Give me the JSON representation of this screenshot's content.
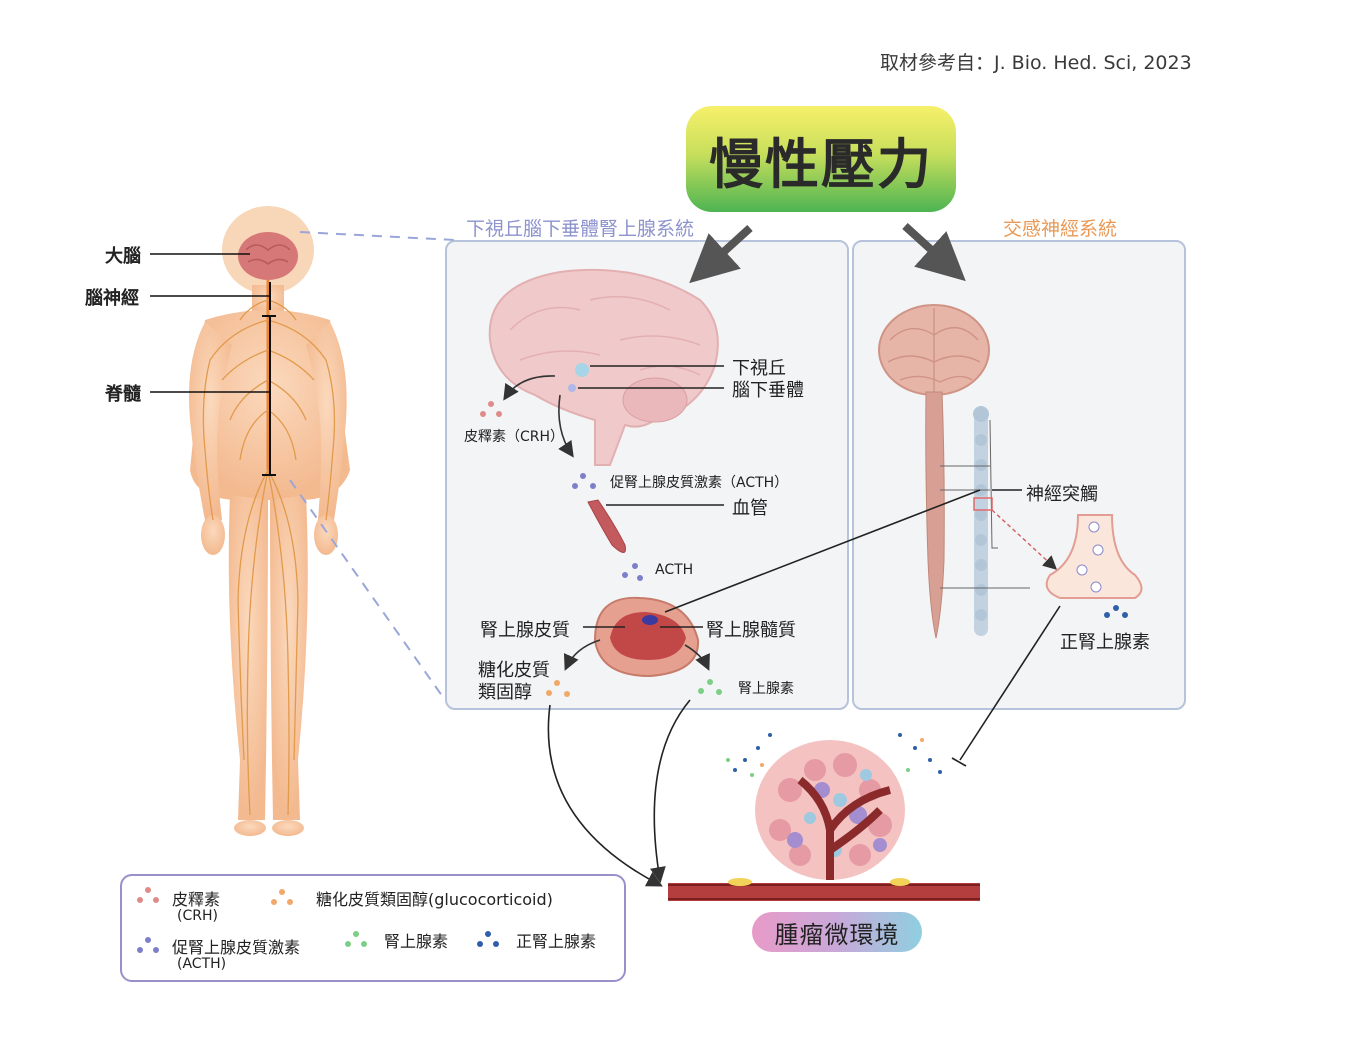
{
  "source": "取材參考自：J. Bio. Hed. Sci, 2023",
  "title": "慢性壓力",
  "sections": {
    "hpa_axis": "下視丘腦下垂體腎上腺系統",
    "sympathetic": "交感神經系統"
  },
  "body_labels": {
    "cerebrum": "大腦",
    "cranial_nerves": "腦神經",
    "spinal_cord": "脊髓"
  },
  "hpa_labels": {
    "hypothalamus": "下視丘",
    "pituitary": "腦下垂體",
    "crh": "皮釋素（CRH）",
    "acth_full": "促腎上腺皮質激素（ACTH）",
    "blood_vessel": "血管",
    "acth": "ACTH",
    "adrenal_cortex": "腎上腺皮質",
    "adrenal_medulla": "腎上腺髓質",
    "glucocorticoid_line1": "糖化皮質",
    "glucocorticoid_line2": "類固醇",
    "adrenaline": "腎上腺素"
  },
  "sns_labels": {
    "synapse": "神經突觸",
    "noradrenaline": "正腎上腺素"
  },
  "tumor_microenvironment": "腫瘤微環境",
  "legend": {
    "crh_line1": "皮釋素",
    "crh_line2": "(CRH)",
    "glucocorticoid": "糖化皮質類固醇(glucocorticoid)",
    "acth_line1": "促腎上腺皮質激素",
    "acth_line2": "(ACTH)",
    "adrenaline": "腎上腺素",
    "noradrenaline": "正腎上腺素"
  },
  "colors": {
    "crh": "#e08a8a",
    "acth": "#7d7fc9",
    "glucocorticoid": "#f0a968",
    "adrenaline": "#7ccf86",
    "noradrenaline": "#2f5fa8",
    "hpa_label": "#8d93cc",
    "sns_label": "#e99955"
  }
}
